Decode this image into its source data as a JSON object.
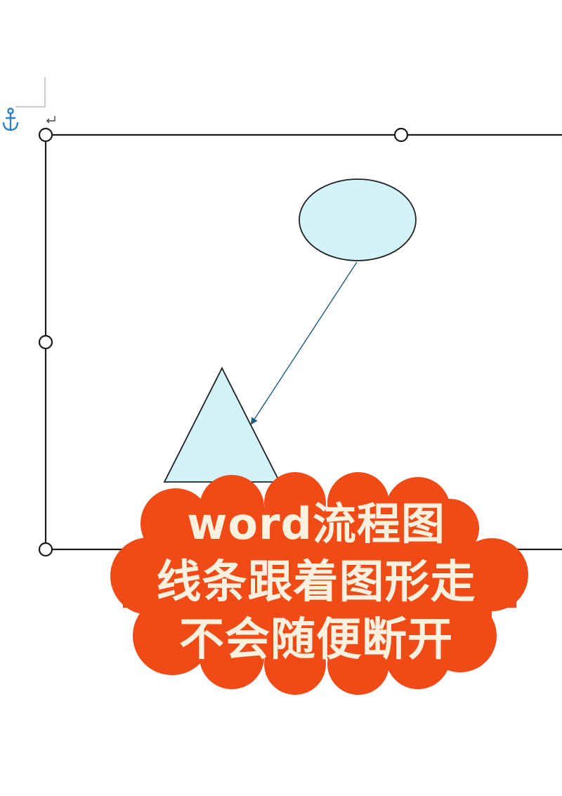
{
  "caption": {
    "line1": "word流程图",
    "line2": "线条跟着图形走",
    "line3": "不会随便断开"
  },
  "icons": {
    "anchor": "anchor-icon",
    "paragraph_mark": "paragraph-mark-icon"
  },
  "colors": {
    "shape_fill": "#d3f3fb",
    "shape_stroke": "#1f1f1f",
    "connector": "#1d5a82",
    "badge": "#f04a16",
    "caption_text": "#fbf1de",
    "anchor": "#2f7fc1"
  }
}
